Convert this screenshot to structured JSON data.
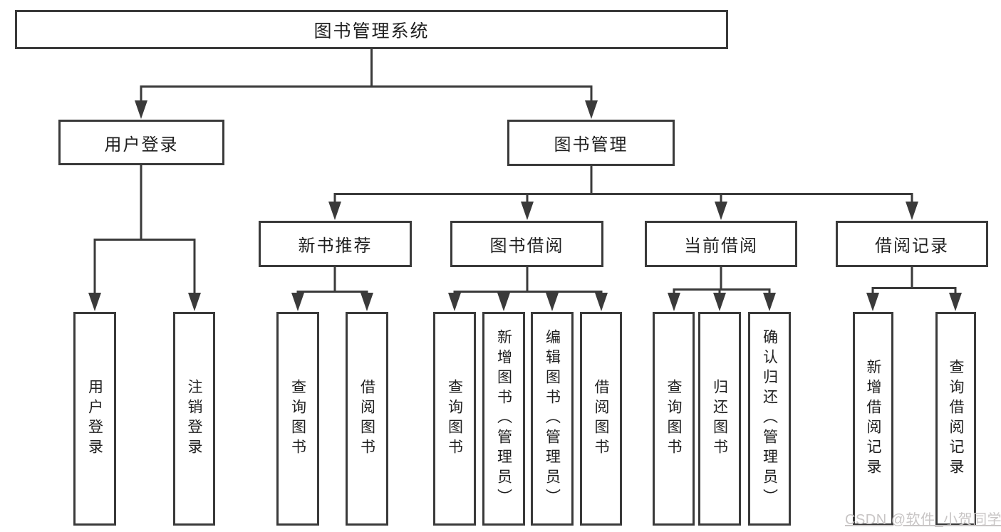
{
  "diagram": {
    "root": {
      "label": "图书管理系统"
    },
    "level2": [
      {
        "label": "用户登录"
      },
      {
        "label": "图书管理"
      }
    ],
    "level3": [
      {
        "label": "新书推荐"
      },
      {
        "label": "图书借阅"
      },
      {
        "label": "当前借阅"
      },
      {
        "label": "借阅记录"
      }
    ],
    "level4": {
      "user_login": [
        "用户登录",
        "注销登录"
      ],
      "new_book": [
        "查询图书",
        "借阅图书"
      ],
      "book_borrow": [
        "查询图书",
        "新增图书（管理员）",
        "编辑图书（管理员）",
        "借阅图书"
      ],
      "current_borrow": [
        "查询图书",
        "归还图书",
        "确认归还（管理员）"
      ],
      "records": [
        "新增借阅记录",
        "查询借阅记录"
      ]
    }
  },
  "watermark": {
    "text": "CSDN @软件_小贺同学"
  },
  "colors": {
    "line": "#3a3a3a",
    "border": "#3a3a3a",
    "text": "#1f1f1f",
    "watermark_text": "#c8c5c5",
    "background": "#ffffff"
  }
}
